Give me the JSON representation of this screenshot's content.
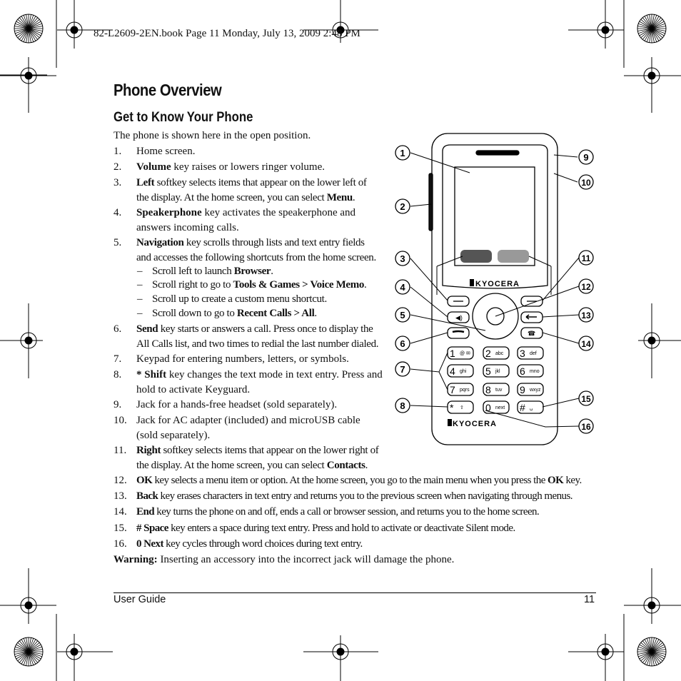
{
  "slug": "82-L2609-2EN.book  Page 11  Monday, July 13, 2009  2:48 PM",
  "title": "Phone Overview",
  "subtitle": "Get to Know Your Phone",
  "intro": "The phone is shown here in the open position.",
  "items": [
    {
      "num": "1.",
      "bold": "",
      "text": "Home screen."
    },
    {
      "num": "2.",
      "bold": "Volume",
      "text": " key raises or lowers ringer volume."
    },
    {
      "num": "3.",
      "bold": "Left",
      "text": " softkey selects items that appear on the lower left of",
      "line2": "the display. At the home screen, you can select ",
      "line2_bold": "Menu",
      "line2_end": "."
    },
    {
      "num": "4.",
      "bold": "Speakerphone",
      "text": " key activates the speakerphone and",
      "line2": "answers incoming calls."
    },
    {
      "num": "5.",
      "bold": "Navigation",
      "text": " key scrolls through lists and text entry fields",
      "line2": "and accesses the following shortcuts from the home screen."
    },
    {
      "num": "6.",
      "bold": "Send",
      "text": " key starts or answers a call. Press once to display the",
      "line2": "All Calls list, and two times to redial the last number dialed."
    },
    {
      "num": "7.",
      "bold": "",
      "text": "Keypad for entering numbers, letters, or symbols."
    },
    {
      "num": "8.",
      "bold": "* Shift",
      "text": " key changes the text mode in text entry. Press and",
      "line2": "hold to activate Keyguard."
    },
    {
      "num": "9.",
      "bold": "",
      "text": "Jack for a hands-free headset (sold separately)."
    },
    {
      "num": "10.",
      "bold": "",
      "text": "Jack for AC adapter (included) and microUSB cable",
      "line2": "(sold separately)."
    },
    {
      "num": "11.",
      "bold": "Right",
      "text": " softkey selects items that appear on the lower right of",
      "line2": "the display. At the home screen, you can select ",
      "line2_bold": "Contacts",
      "line2_end": "."
    },
    {
      "num": "12.",
      "bold": "OK",
      "text": " key selects a menu item or option. At the home screen, you go to the main menu when you press the ",
      "text_bold2": "OK",
      "text_end": " key."
    },
    {
      "num": "13.",
      "bold": "Back",
      "text": " key erases characters in text entry and returns you to the previous screen when navigating through menus."
    },
    {
      "num": "14.",
      "bold": "End",
      "text": " key turns the phone on and off, ends a call or browser session, and returns you to the home screen."
    },
    {
      "num": "15.",
      "bold": "# Space",
      "text": " key enters a space during text entry. Press and hold to activate or deactivate Silent mode."
    },
    {
      "num": "16.",
      "bold": "0 Next",
      "text": " key cycles through word choices during text entry."
    }
  ],
  "shortcuts": [
    {
      "dash": "–",
      "text": "Scroll left to launch ",
      "bold": "Browser",
      "end": "."
    },
    {
      "dash": "–",
      "text": "Scroll right to go to ",
      "bold": "Tools & Games > Voice Memo",
      "end": "."
    },
    {
      "dash": "–",
      "text": "Scroll up to create a custom menu shortcut.",
      "bold": "",
      "end": ""
    },
    {
      "dash": "–",
      "text": "Scroll down to go to ",
      "bold": "Recent Calls > All",
      "end": "."
    }
  ],
  "warning": {
    "label": "Warning:",
    "text": " Inserting an accessory into the incorrect jack will damage the phone."
  },
  "footer": {
    "left": "User Guide",
    "right": "11"
  },
  "figure": {
    "brand": "KYOCERA",
    "callouts": [
      "1",
      "2",
      "3",
      "4",
      "5",
      "6",
      "7",
      "8",
      "9",
      "10",
      "11",
      "12",
      "13",
      "14",
      "15",
      "16"
    ],
    "keys": [
      {
        "digit": "1",
        "letters": "@ ✉"
      },
      {
        "digit": "2",
        "letters": "abc"
      },
      {
        "digit": "3",
        "letters": "def"
      },
      {
        "digit": "4",
        "letters": "ghi"
      },
      {
        "digit": "5",
        "letters": "jkl"
      },
      {
        "digit": "6",
        "letters": "mno"
      },
      {
        "digit": "7",
        "letters": "pqrs"
      },
      {
        "digit": "8",
        "letters": "tuv"
      },
      {
        "digit": "9",
        "letters": "wxyz"
      },
      {
        "digit": "*",
        "letters": "⇧"
      },
      {
        "digit": "0",
        "letters": "next"
      },
      {
        "digit": "#",
        "letters": "␣"
      }
    ]
  }
}
